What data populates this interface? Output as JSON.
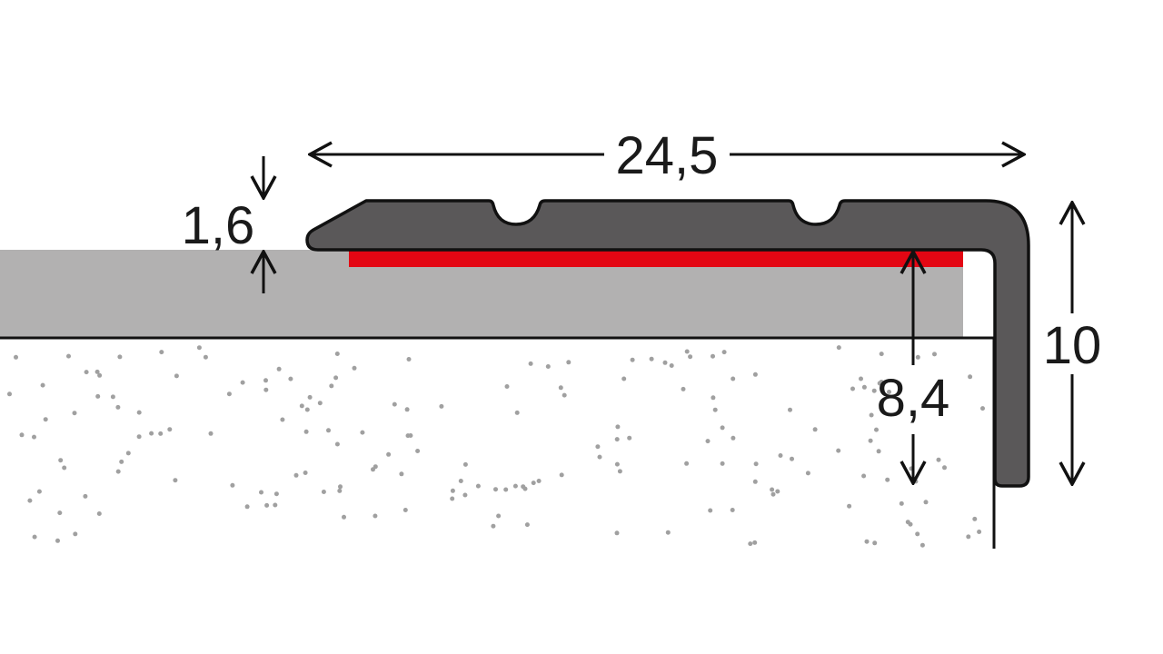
{
  "dimensions": {
    "width": "24,5",
    "thickness": "1,6",
    "inner_height": "8,4",
    "total_height": "10"
  },
  "colors": {
    "profile": "#5a5859",
    "adhesive": "#e30613",
    "floor_covering": "#b2b1b1",
    "screed_dots": "#a0a0a0",
    "line": "#111111"
  }
}
